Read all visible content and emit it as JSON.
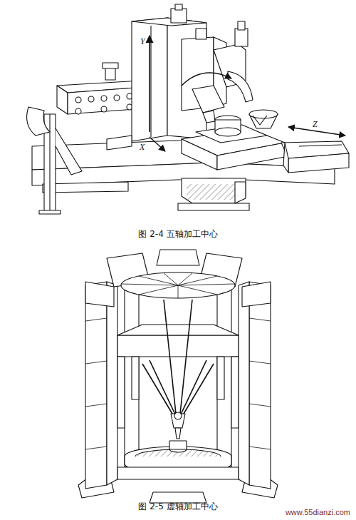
{
  "diagram": {
    "labels": [
      "Y",
      "X",
      "Z",
      "图 2-4 五轴加工中心",
      "图 2-5 虚轴加工中心",
      "www.55dianzi.com"
    ]
  }
}
